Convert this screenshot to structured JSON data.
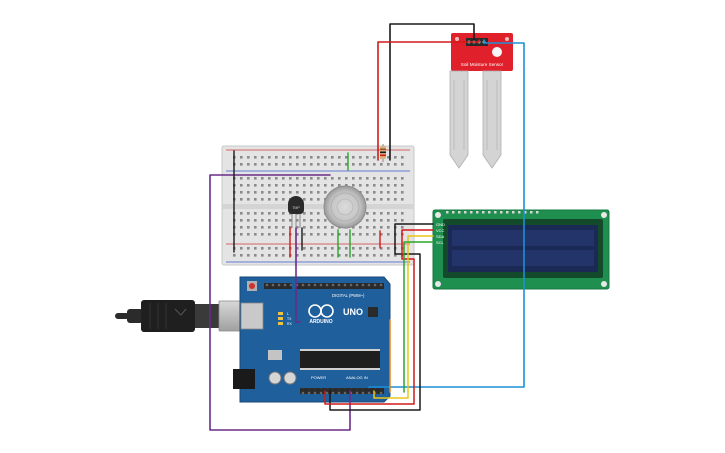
{
  "soil_sensor": {
    "label": "Soil Moisture Sensor"
  },
  "arduino": {
    "brand": "ARDUINO",
    "model": "UNO",
    "digital_label": "DIGITAL (PWM~)",
    "power_label": "POWER",
    "analog_label": "ANALOG IN",
    "led_tx": "TX",
    "led_rx": "RX",
    "led_l": "L"
  },
  "lcd": {
    "pins": [
      "GND",
      "VCC",
      "SDA",
      "SCL"
    ],
    "screen_color": "#1b2a55",
    "board_color": "#1e8f4e"
  },
  "temp_sensor": {
    "label": "TMP"
  },
  "colors": {
    "wire_red": "#d01a1a",
    "wire_black": "#1a1a1a",
    "wire_blue": "#1d8fd6",
    "wire_purple": "#6a2c86",
    "wire_green": "#2aa52a",
    "wire_yellow": "#e8c51a",
    "wire_orange": "#e8841a",
    "arduino_board": "#1f5f9c",
    "sensor_board": "#e0202a"
  }
}
